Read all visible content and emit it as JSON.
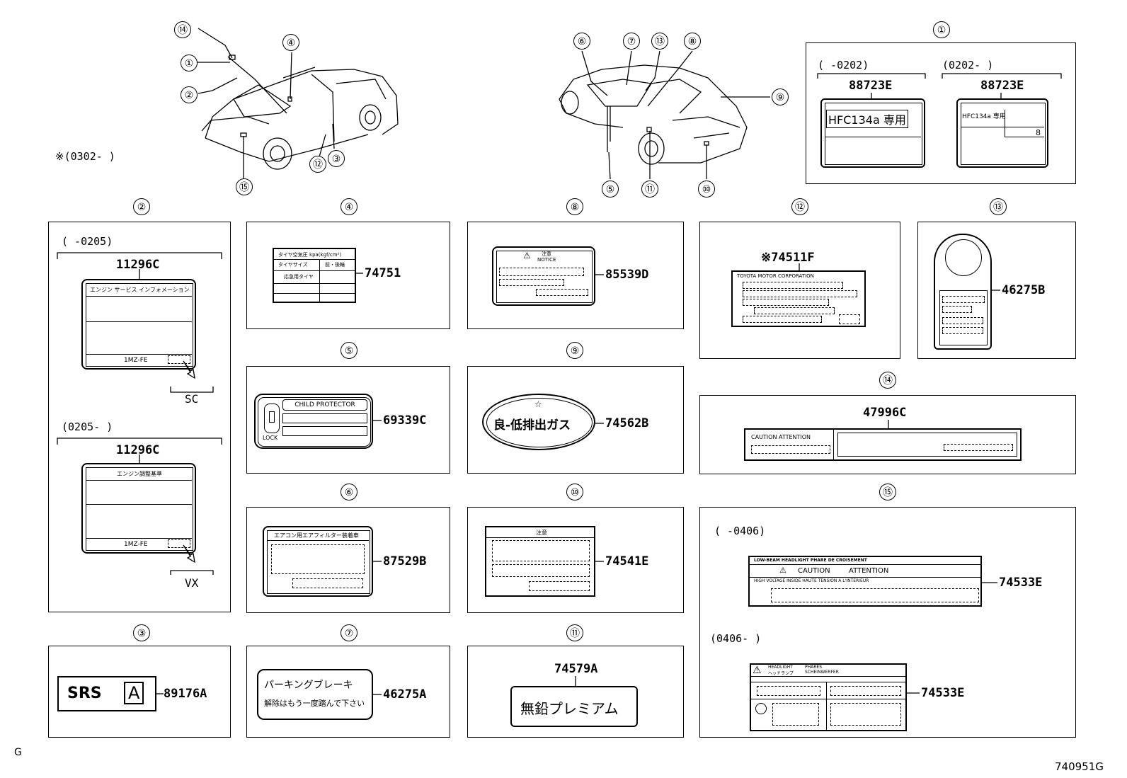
{
  "diagram_labels": {
    "c1": "①",
    "c2": "②",
    "c3": "③",
    "c4": "④",
    "c5": "⑤",
    "c6": "⑥",
    "c7": "⑦",
    "c8": "⑧",
    "c9": "⑨",
    "c10": "⑩",
    "c11": "⑪",
    "c12": "⑫",
    "c13": "⑬",
    "c14": "⑭",
    "c15": "⑮"
  },
  "note_range": "※(0302-      )",
  "footer_left": "G",
  "footer_right": "740951G",
  "panel1": {
    "range_a": "(     -0202)",
    "range_b": "(0202-     )",
    "part_a": "88723E",
    "part_b": "88723E",
    "label_a": "HFC134a 専用",
    "label_b_line1": "HFC134a 専用",
    "label_b_value": "8"
  },
  "panel2": {
    "range_a": "(     -0205)",
    "range_b": "(0205-     )",
    "part_a": "11296C",
    "part_b": "11296C",
    "label_a_head": "エンジン サービス インフォメーション",
    "label_b_head": "エンジン調整基準",
    "engine_a": "1MZ-FE",
    "engine_b": "1MZ-FE",
    "grade_a": "SC",
    "grade_b": "VX"
  },
  "panel3": {
    "srs": "SRS",
    "srs_box": "A",
    "part": "89176A"
  },
  "panel4": {
    "row1": "タイヤ空気圧 kpa(kgf/cm²)",
    "row2": "タイヤサイズ",
    "row2b": "前・後輪",
    "row3": "応急用タイヤ",
    "part": "74751"
  },
  "panel5": {
    "title": "CHILD PROTECTOR",
    "lock": "LOCK",
    "part": "69339C"
  },
  "panel6": {
    "head": "エアコン用エアフィルター装着車",
    "part": "87529B"
  },
  "panel7": {
    "line1": "パーキングブレーキ",
    "line2": "解除はもう一度踏んで下さい",
    "part": "46275A"
  },
  "panel8": {
    "head": "注意",
    "sub": "NOTICE",
    "part": "85539D"
  },
  "panel9": {
    "text": "良-低排出ガス",
    "part": "74562B"
  },
  "panel10": {
    "head": "注意",
    "part": "74541E"
  },
  "panel11": {
    "part": "74579A",
    "text": "無鉛プレミアム"
  },
  "panel12": {
    "part": "※74511F",
    "head": "TOYOTA MOTOR CORPORATION"
  },
  "panel13": {
    "part": "46275B"
  },
  "panel14": {
    "part": "47996C",
    "text": "CAUTION ATTENTION"
  },
  "panel15": {
    "range_a": "(     -0406)",
    "range_b": "(0406-     )",
    "part_a": "74533E",
    "part_b": "74533E",
    "a_head": "LOW-BEAM HEADLIGHT  PHARE DE CROISEMENT",
    "a_caution": "CAUTION",
    "a_attention": "ATTENTION",
    "a_line": "HIGH VOLTAGE INSIDE  HAUTE TENSION A L'INTERIEUR",
    "b_head1": "HEADLIGHT",
    "b_head2": "ヘッドランプ",
    "b_head3": "PHARES",
    "b_head4": "SCHEINWERFER"
  }
}
